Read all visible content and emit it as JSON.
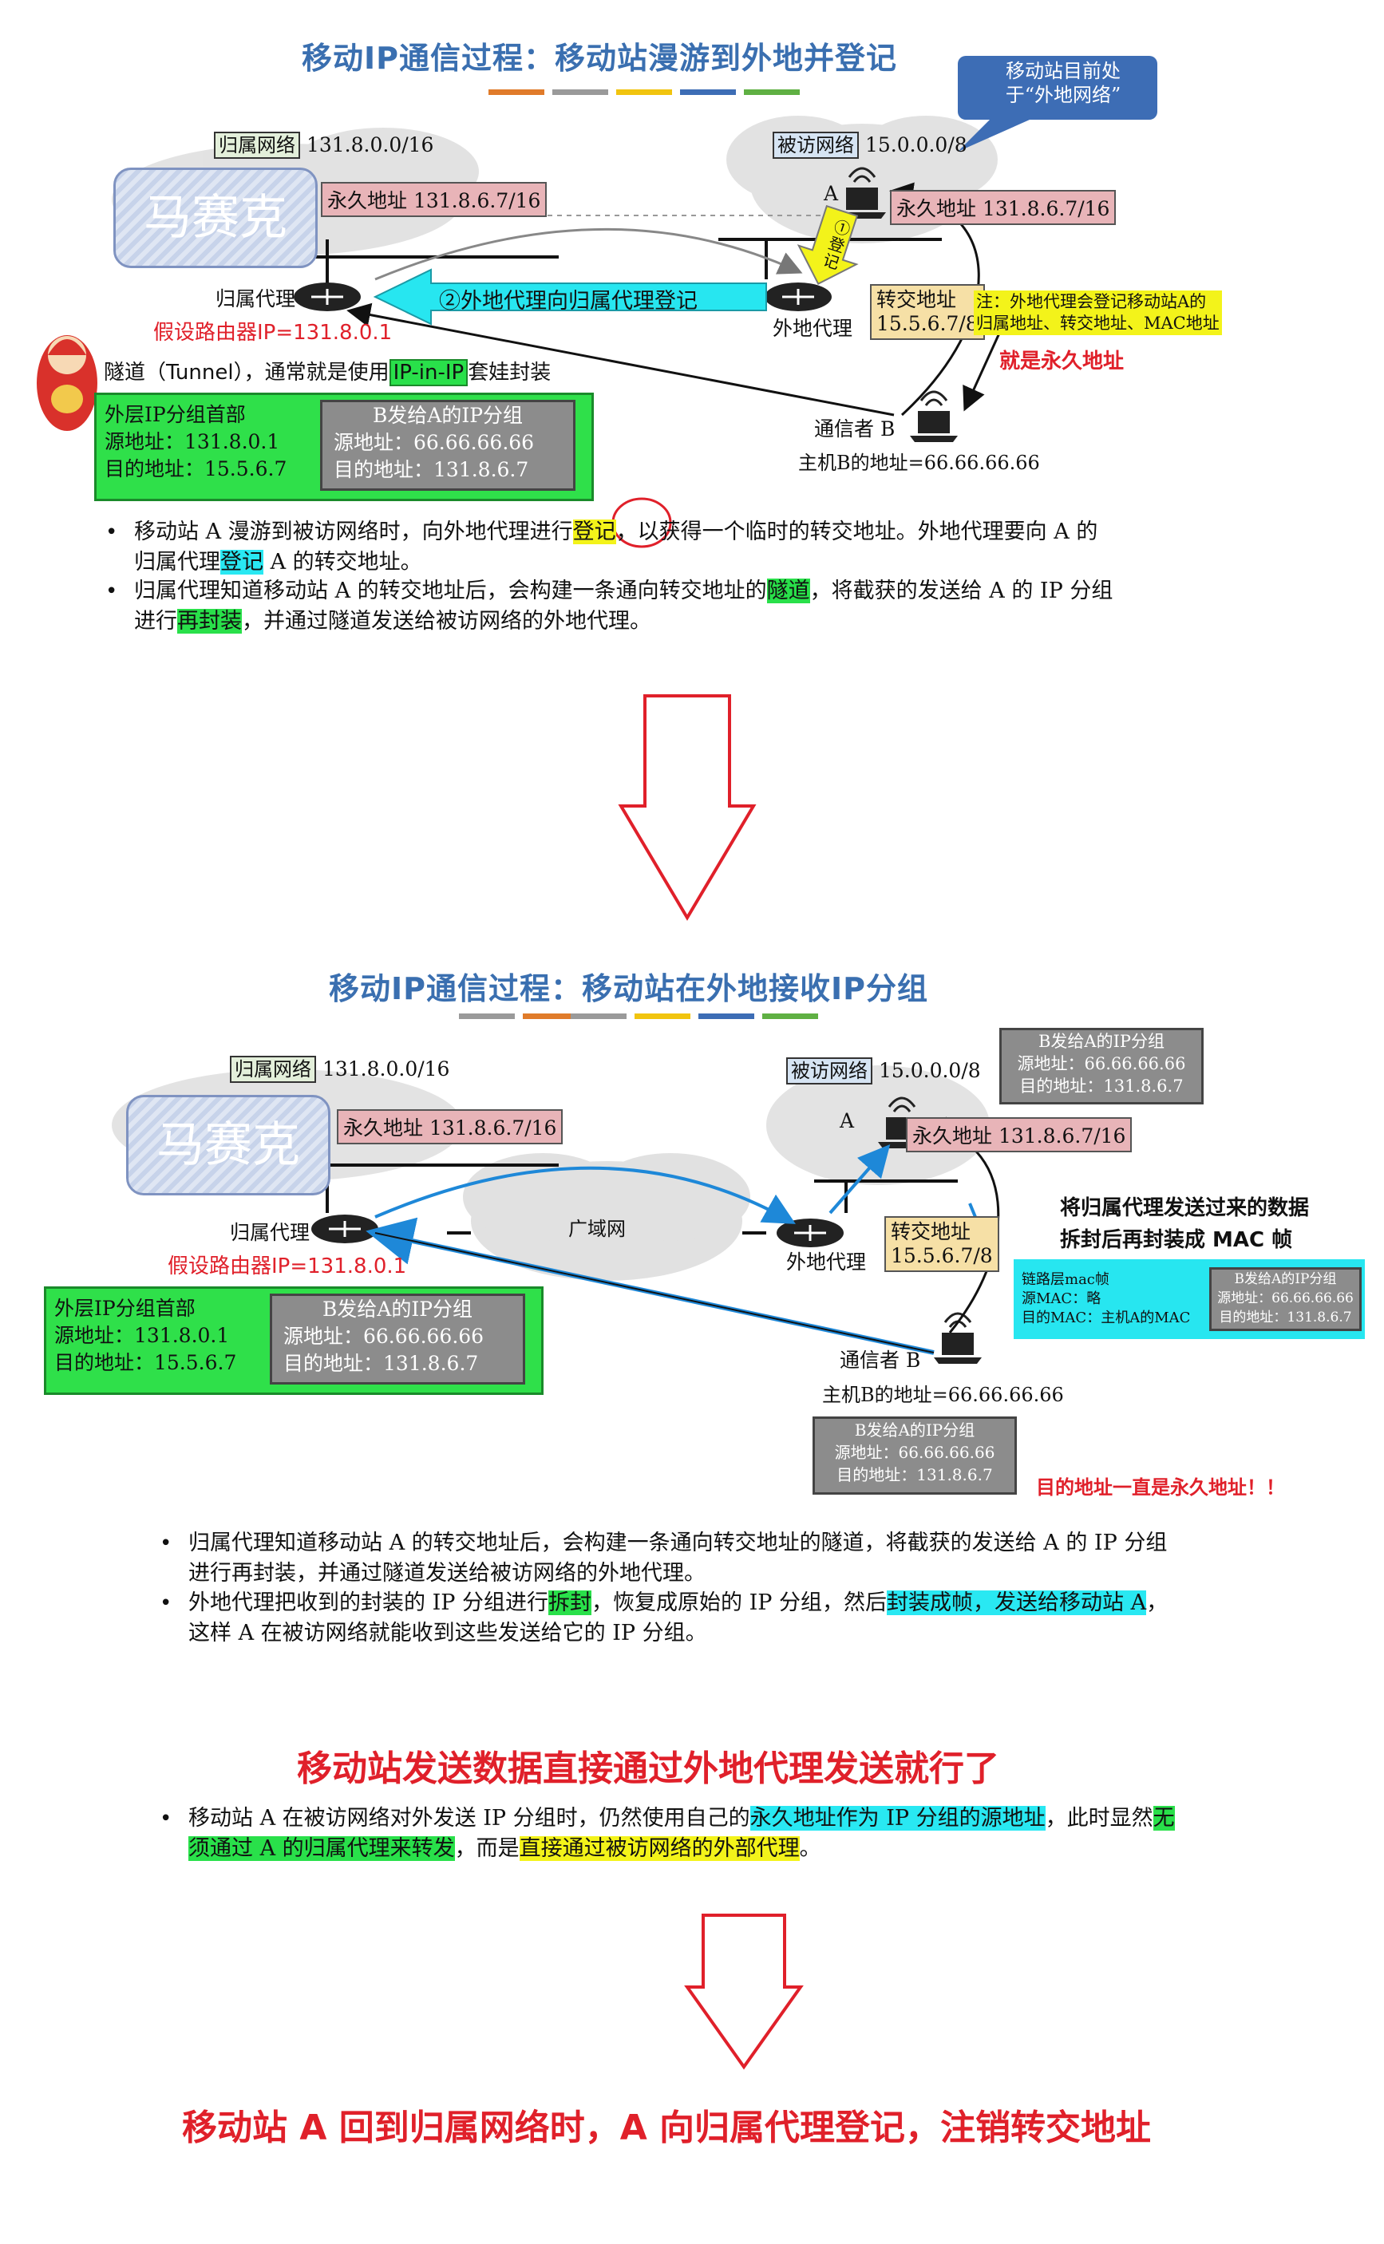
{
  "section1": {
    "title": "移动IP通信过程：移动站漫游到外地并登记",
    "home_net_label": "归属网络",
    "home_net_addr": "131.8.0.0/16",
    "visit_net_label": "被访网络",
    "visit_net_addr": "15.0.0.0/8",
    "callout_line1": "移动站目前处",
    "callout_line2": "于“外地网络”",
    "mosaic": "马赛克",
    "perm_addr_home": "永久地址 131.8.6.7/16",
    "station_a": "A",
    "perm_addr_a": "永久地址 131.8.6.7/16",
    "step1": "① 登记",
    "step2": "②外地代理向归属代理登记",
    "home_agent": "归属代理",
    "router_ip": "假设路由器IP=131.8.0.1",
    "foreign_agent": "外地代理",
    "coa_label": "转交地址",
    "coa_value": "15.5.6.7/8",
    "note_line1": "注：外地代理会登记移动站A的",
    "note_line2": "归属地址、转交地址、MAC地址",
    "note_red": "就是永久地址",
    "tunnel_pre": "隧道（Tunnel），通常就是使用",
    "tunnel_hl": "IP-in-IP",
    "tunnel_post": "套娃封装",
    "outer_header": "外层IP分组首部",
    "outer_src": "源地址：131.8.0.1",
    "outer_dst": "目的地址：15.5.6.7",
    "inner_title": "B发给A的IP分组",
    "inner_src": "源地址：66.66.66.66",
    "inner_dst": "目的地址：131.8.6.7",
    "host_b": "通信者 B",
    "host_b_addr": "主机B的地址=66.66.66.66",
    "bullet1_a": "移动站 A 漫游到被访网络时，向外地代理进行",
    "bullet1_hl": "登记",
    "bullet1_b": "，以获得一个临时的转交地址。外地代理要向 A 的",
    "bullet1_c": "归属代理",
    "bullet1_hl2": "登记",
    "bullet1_d": " A 的转交地址。",
    "bullet2_a": "归属代理知道移动站 A 的转交地址后，会构建一条通向转交地址的",
    "bullet2_hl": "隧道",
    "bullet2_b": "，将截获的发送给 A 的 IP 分组",
    "bullet2_c": "进行",
    "bullet2_hl2": "再封装",
    "bullet2_d": "，并通过隧道发送给被访网络的外地代理。"
  },
  "section2": {
    "title": "移动IP通信过程：移动站在外地接收IP分组",
    "home_net_label": "归属网络",
    "home_net_addr": "131.8.0.0/16",
    "visit_net_label": "被访网络",
    "visit_net_addr": "15.0.0.0/8",
    "mosaic": "马赛克",
    "perm_addr_home": "永久地址 131.8.6.7/16",
    "station_a": "A",
    "perm_addr_a": "永久地址 131.8.6.7/16",
    "wan": "广域网",
    "home_agent": "归属代理",
    "router_ip": "假设路由器IP=131.8.0.1",
    "foreign_agent": "外地代理",
    "coa_label": "转交地址",
    "coa_value": "15.5.6.7/8",
    "top_gray_title": "B发给A的IP分组",
    "top_gray_src": "源地址：66.66.66.66",
    "top_gray_dst": "目的地址：131.8.6.7",
    "unpack_line1": "将归属代理发送过来的数据",
    "unpack_line2": "拆封后再封装成 MAC 帧",
    "mac_title": "链路层mac帧",
    "mac_src": "源MAC：略",
    "mac_dst": "目的MAC：主机A的MAC",
    "mac_inner_title": "B发给A的IP分组",
    "mac_inner_src": "源地址：66.66.66.66",
    "mac_inner_dst": "目的地址：131.8.6.7",
    "outer_header": "外层IP分组首部",
    "outer_src": "源地址：131.8.0.1",
    "outer_dst": "目的地址：15.5.6.7",
    "inner_title": "B发给A的IP分组",
    "inner_src": "源地址：66.66.66.66",
    "inner_dst_label": "目的地址：",
    "inner_dst_value": "131.8.6.7",
    "host_b": "通信者 B",
    "host_b_addr": "主机B的地址=66.66.66.66",
    "b_gray_title": "B发给A的IP分组",
    "b_gray_src": "源地址：66.66.66.66",
    "b_gray_dst": "目的地址：131.8.6.7",
    "dst_note": "目的地址一直是永久地址！！",
    "bullet1_a": "归属代理知道移动站 A 的转交地址后，会构建一条通向转交地址的隧道，将截获的发送给 A 的 IP 分组",
    "bullet1_b": "进行再封装，并通过隧道发送给被访网络的外地代理。",
    "bullet2_a": "外地代理把收到的封装的 IP 分组进行",
    "bullet2_hl": "拆封",
    "bullet2_b": "，恢复成原始的 IP 分组，然后",
    "bullet2_hl2": "封装成帧，发送给移动站 A",
    "bullet2_c": "，",
    "bullet2_d": "这样 A 在被访网络就能收到这些发送给它的 IP 分组。"
  },
  "section3": {
    "title": "移动站发送数据直接通过外地代理发送就行了",
    "bullet_a": "移动站 A 在被访网络对外发送 IP 分组时，仍然使用自己的",
    "bullet_hl": "永久地址作为 IP 分组的源地址",
    "bullet_b": "，此时显然",
    "bullet_hl2a": "无",
    "bullet_hl2b": "须通过 A 的归属代理来转发",
    "bullet_c": "，而是",
    "bullet_hl3": "直接通过被访网络的外部代理",
    "bullet_d": "。"
  },
  "section4": {
    "title": "移动站 A 回到归属网络时，A 向归属代理登记，注销转交地址"
  },
  "colors": {
    "title_blue": "#3a6fb0",
    "red": "#e0202a",
    "green_box": "#2fe04a",
    "cyan": "#29e8f2",
    "yellow": "#f3f31a"
  }
}
